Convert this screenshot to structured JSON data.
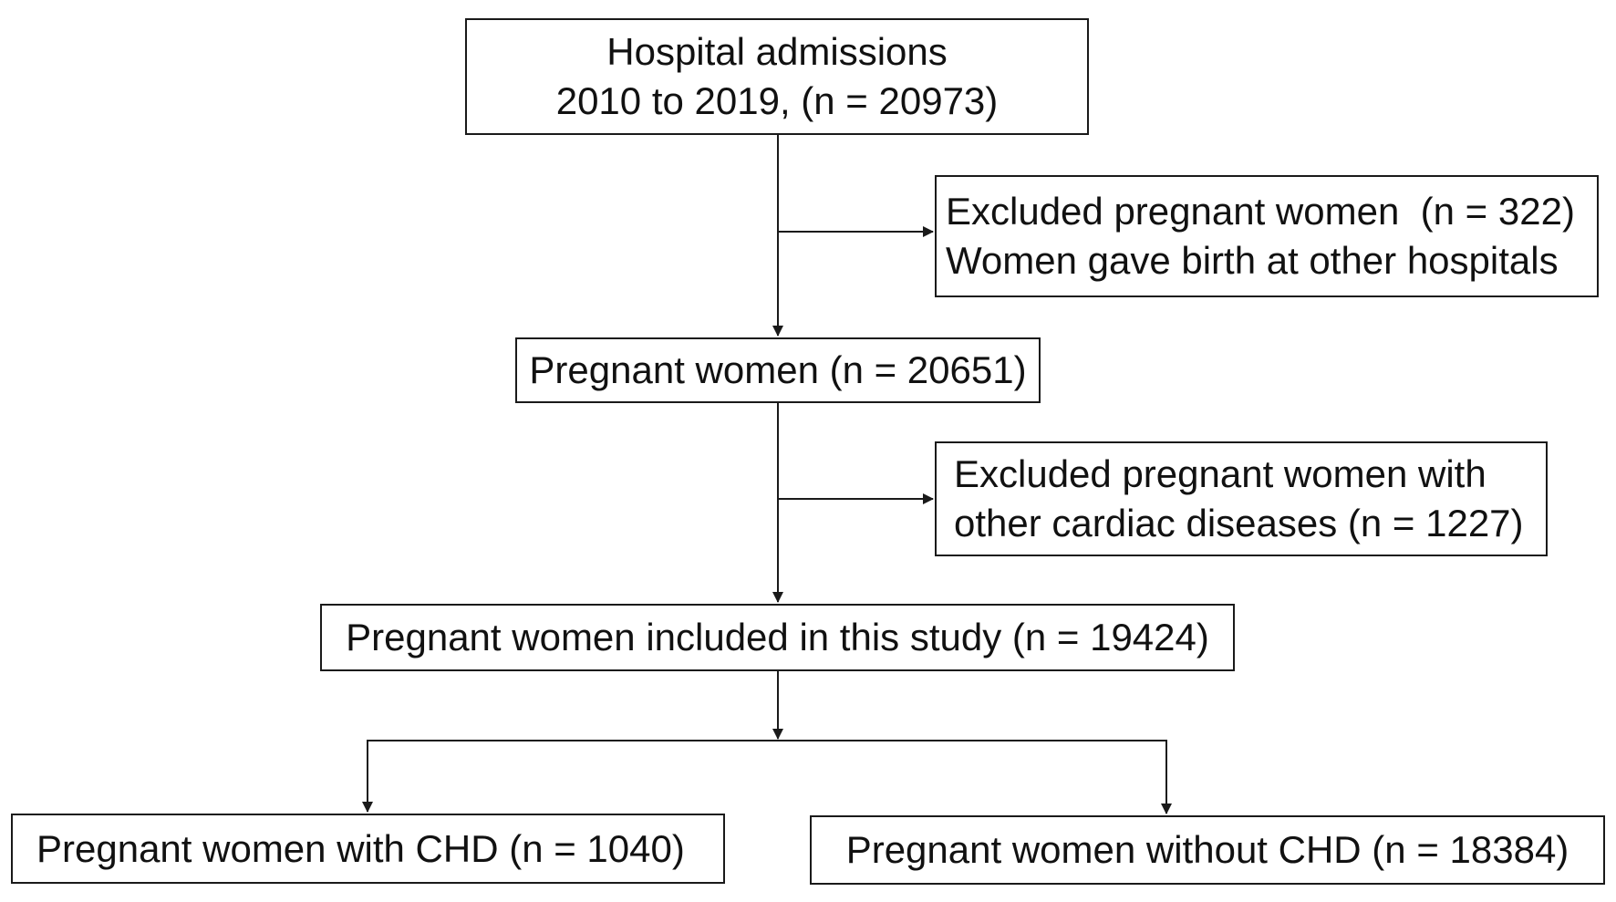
{
  "flowchart": {
    "admissions": {
      "line1": "Hospital admissions",
      "line2": "2010 to 2019, (n = 20973)"
    },
    "exclusion_1": {
      "line1": "Excluded pregnant women  (n = 322)",
      "line2": "Women gave birth at other hospitals"
    },
    "pregnant": {
      "label": "Pregnant women (n = 20651)"
    },
    "exclusion_2": {
      "line1": "Excluded pregnant women with",
      "line2": "other cardiac diseases (n = 1227)"
    },
    "included": {
      "label": "Pregnant women included in this study (n = 19424)"
    },
    "with_chd": {
      "label": "Pregnant women with CHD (n = 1040)"
    },
    "without_chd": {
      "label": "Pregnant women without CHD (n = 18384)"
    }
  },
  "colors": {
    "line": "#1a1a1a",
    "background": "#ffffff",
    "text": "#111111"
  }
}
